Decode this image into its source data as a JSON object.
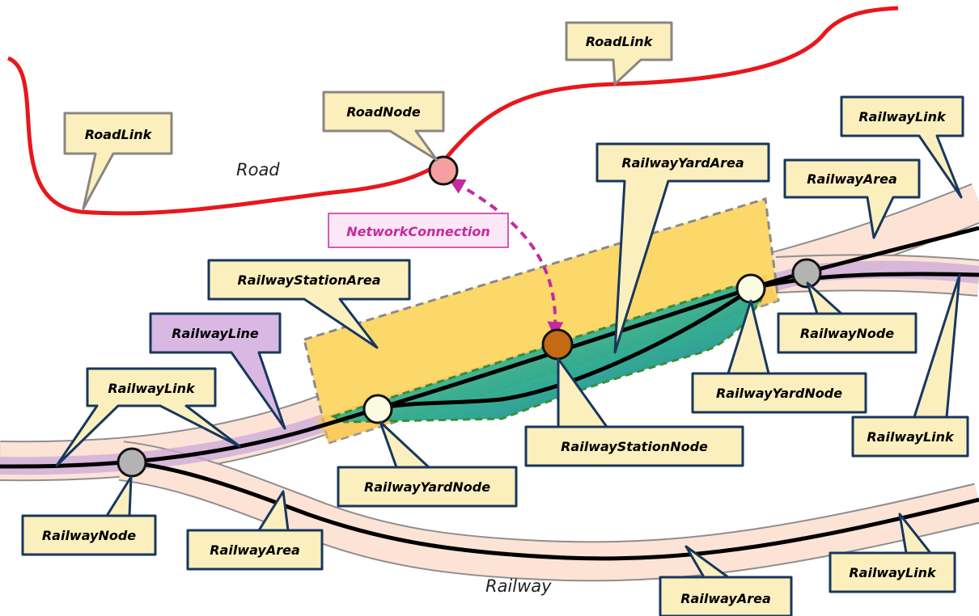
{
  "diagram": {
    "region_labels": {
      "road": "Road",
      "railway": "Railway"
    },
    "network_connection": "NetworkConnection",
    "callouts": {
      "roadlink_left": "RoadLink",
      "roadlink_top": "RoadLink",
      "roadnode": "RoadNode",
      "railway_yard_area": "RailwayYardArea",
      "railway_link_top_right": "RailwayLink",
      "railway_area_top_right": "RailwayArea",
      "railway_station_area": "RailwayStationArea",
      "railway_line": "RailwayLine",
      "railway_node_right": "RailwayNode",
      "railway_link_left": "RailwayLink",
      "railway_yard_node_right": "RailwayYardNode",
      "railway_station_node": "RailwayStationNode",
      "railway_link_right": "RailwayLink",
      "railway_yard_node_left": "RailwayYardNode",
      "railway_node_left": "RailwayNode",
      "railway_area_bottom_left": "RailwayArea",
      "railway_link_bottom_right": "RailwayLink",
      "railway_area_bottom": "RailwayArea"
    },
    "colors": {
      "road": "#e8171c",
      "railway_area": "#fde3d6",
      "railway_line_glow": "#b392c9",
      "station_area": "#fcd86a",
      "yard_area": "#53c9a0",
      "network_connection": "#c62a9e",
      "callout_fill": "#fcefbe",
      "callout_border_blue": "#17375e",
      "callout_border_gray": "#8a8780",
      "railway_node": "#b3b3b3",
      "yard_node": "#fbfbe2",
      "station_node": "#c46a14",
      "road_node": "#f4a0a0"
    }
  }
}
